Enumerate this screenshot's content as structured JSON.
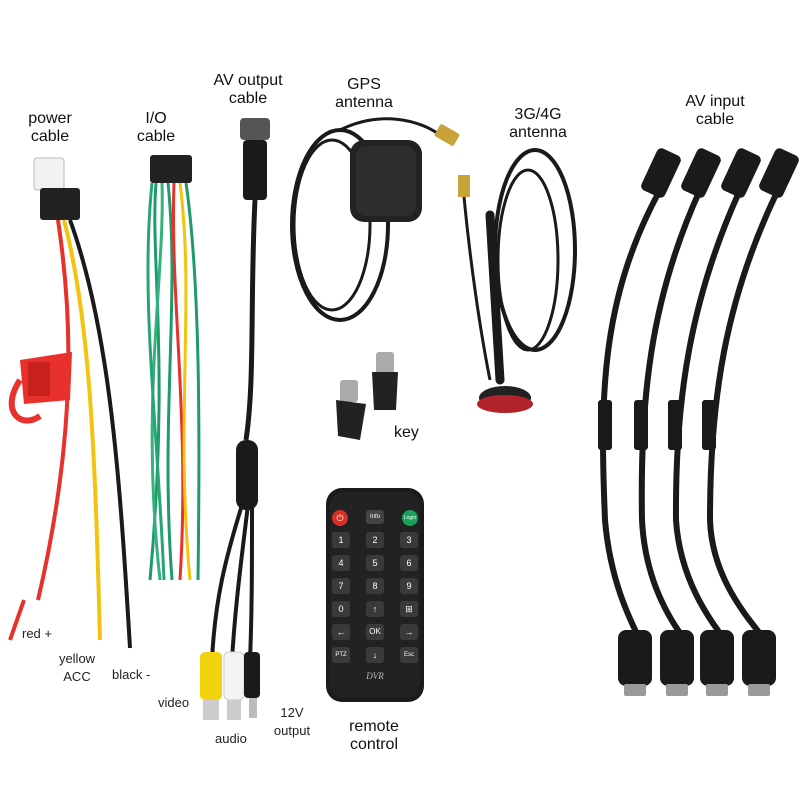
{
  "labels": {
    "power_cable": [
      "power",
      "cable"
    ],
    "io_cable": [
      "I/O",
      "cable"
    ],
    "av_output": [
      "AV output",
      "cable"
    ],
    "gps_antenna": [
      "GPS",
      "antenna"
    ],
    "antenna_3g4g": [
      "3G/4G",
      "antenna"
    ],
    "av_input": [
      "AV input",
      "cable"
    ],
    "key": "key",
    "remote_control": [
      "remote",
      "control"
    ],
    "red": "red +",
    "yellow": [
      "yellow",
      "ACC"
    ],
    "black": "black -",
    "video": "video",
    "audio": "audio",
    "output_12v": [
      "12V",
      "output"
    ]
  },
  "remote": {
    "top_keys": [
      "",
      "Info",
      "Login"
    ],
    "number_keys": [
      "1",
      "2",
      "3",
      "4",
      "5",
      "6",
      "7",
      "8",
      "9",
      "0",
      "↑",
      "⊞",
      "←",
      "OK",
      "→",
      "PTZ",
      "↓",
      "Esc"
    ],
    "brand": "DVR"
  },
  "colors": {
    "red_wire": "#e8302c",
    "yellow_wire": "#f2c40f",
    "green_wire": "#1f9a6a",
    "black": "#1a1a1a",
    "power_key": "#d93025",
    "login_key": "#1aa05a"
  }
}
